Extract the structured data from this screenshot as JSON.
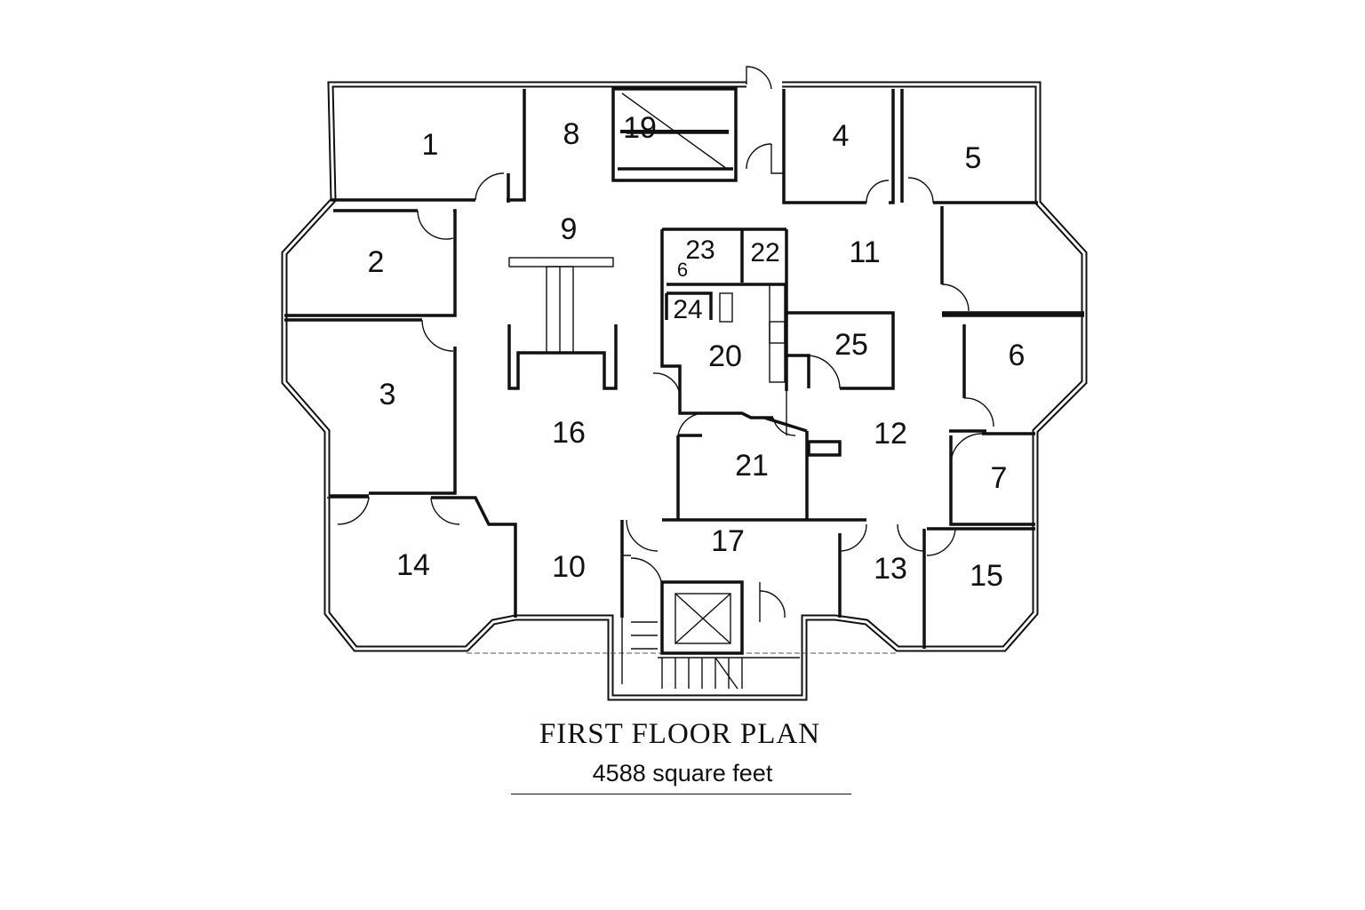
{
  "title": "FIRST FLOOR PLAN",
  "area": "4588 square feet",
  "rooms": {
    "r1": "1",
    "r2": "2",
    "r3": "3",
    "r4": "4",
    "r5": "5",
    "r6": "6",
    "r7": "7",
    "r8": "8",
    "r9": "9",
    "r10": "10",
    "r11": "11",
    "r12": "12",
    "r13": "13",
    "r14": "14",
    "r15": "15",
    "r16": "16",
    "r17": "17",
    "r19": "19",
    "r20": "20",
    "r21": "21",
    "r22": "22",
    "r23": "23",
    "r24": "24",
    "r25": "25",
    "r6b": "6"
  }
}
